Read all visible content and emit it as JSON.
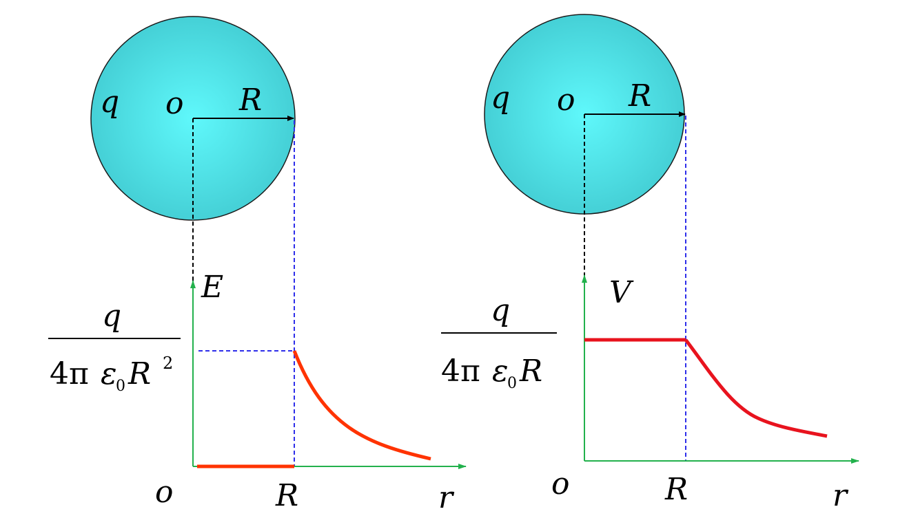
{
  "colors": {
    "sphere_center": "#5ff8fb",
    "sphere_edge": "#45d0d6",
    "axis": "#22b14c",
    "curve_left": "#ff3300",
    "curve_right": "#e8131e",
    "guide_blue": "#2d2dea",
    "guide_black": "#000000"
  },
  "left_panel": {
    "sphere": {
      "charge_label": "q",
      "center_label": "o",
      "radius_label": "R"
    },
    "graph": {
      "y_axis_label": "E",
      "x_axis_label": "r",
      "origin_label": "o",
      "x_tick_label": "R",
      "y_tick": {
        "numerator": "q",
        "denominator_coeff": "4π",
        "denominator_eps": "ε",
        "denominator_eps_sub": "0",
        "denominator_var": "R",
        "denominator_exp": "2"
      }
    }
  },
  "right_panel": {
    "sphere": {
      "charge_label": "q",
      "center_label": "o",
      "radius_label": "R"
    },
    "graph": {
      "y_axis_label": "V",
      "x_axis_label": "r",
      "origin_label": "o",
      "x_tick_label": "R",
      "y_tick": {
        "numerator": "q",
        "denominator_coeff": "4π",
        "denominator_eps": "ε",
        "denominator_eps_sub": "0",
        "denominator_var": "R"
      }
    }
  }
}
